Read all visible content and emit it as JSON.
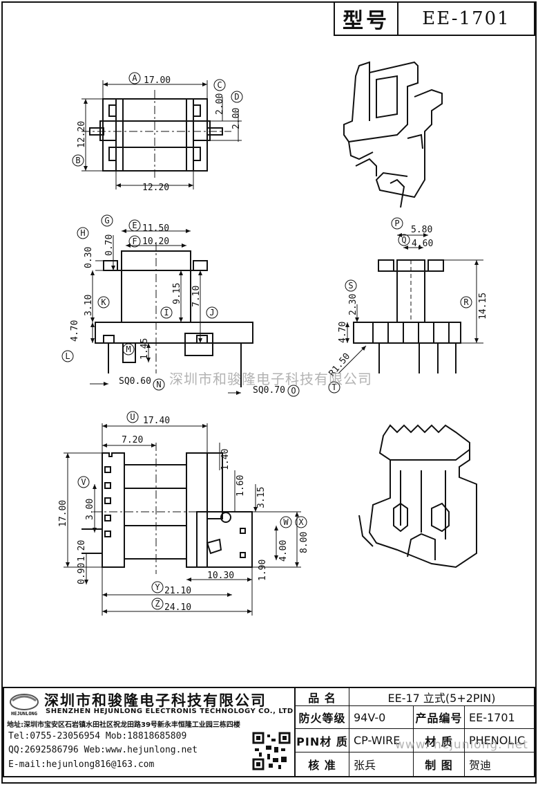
{
  "header": {
    "label": "型号",
    "value": "EE-1701"
  },
  "views": {
    "top": {
      "dims": [
        "17.00",
        "2.00",
        "2.00",
        "12.20",
        "12.20"
      ],
      "markers": [
        "A",
        "B",
        "C",
        "D"
      ]
    },
    "front": {
      "dims": [
        "11.50",
        "10.20",
        "0.70",
        "0.30",
        "3.10",
        "9.15",
        "7.10",
        "4.70",
        "1.45",
        "SQ0.60",
        "SQ0.70"
      ],
      "markers": [
        "E",
        "F",
        "G",
        "H",
        "I",
        "J",
        "K",
        "L",
        "M",
        "N",
        "O"
      ]
    },
    "side": {
      "dims": [
        "5.80",
        "4.60",
        "2.30",
        "14.15",
        "4.70",
        "R1.50"
      ],
      "markers": [
        "P",
        "Q",
        "R",
        "S",
        "T"
      ]
    },
    "bottom": {
      "dims": [
        "17.40",
        "7.20",
        "1.40",
        "1.60",
        "3.15",
        "3.00",
        "17.00",
        "1.20",
        "0.90",
        "4.00",
        "8.00",
        "1.90",
        "10.30",
        "21.10",
        "24.10"
      ],
      "markers": [
        "U",
        "V",
        "W",
        "X",
        "Y",
        "Z"
      ]
    }
  },
  "watermark_cn": "深圳市和骏隆电子科技有限公司",
  "watermark_web": "www. hejunlong. net",
  "company": {
    "logo_text": "HEJUNLONG",
    "name_cn": "深圳市和骏隆电子科技有限公司",
    "name_en": "SHENZHEN HEJUNLONG ELECTRONIS TECHNOLOGY CO., LTD",
    "address": "地址:深圳市宝安区石岩镇水田社区祝龙田路39号新永丰恒隆工业园三栋四楼",
    "tel_line": "Tel:0755-23056954  Mob:18818685809",
    "qq_line": "QQ:2692586796 Web:www.hejunlong.net",
    "email_line": "E-mail:hejunlong816@163.com"
  },
  "spec": {
    "name_label": "品 名",
    "name_value": "EE-17 立式(5+2PIN)",
    "fire_label": "防火等级",
    "fire_value": "94V-0",
    "code_label": "产品编号",
    "code_value": "EE-1701",
    "pin_label": "PIN材 质",
    "pin_value": "CP-WIRE",
    "mat_label": "材 质",
    "mat_value": "PHENOLIC",
    "check_label": "核 准",
    "check_value": "张兵",
    "draw_label": "制 图",
    "draw_value": "贺迪"
  }
}
